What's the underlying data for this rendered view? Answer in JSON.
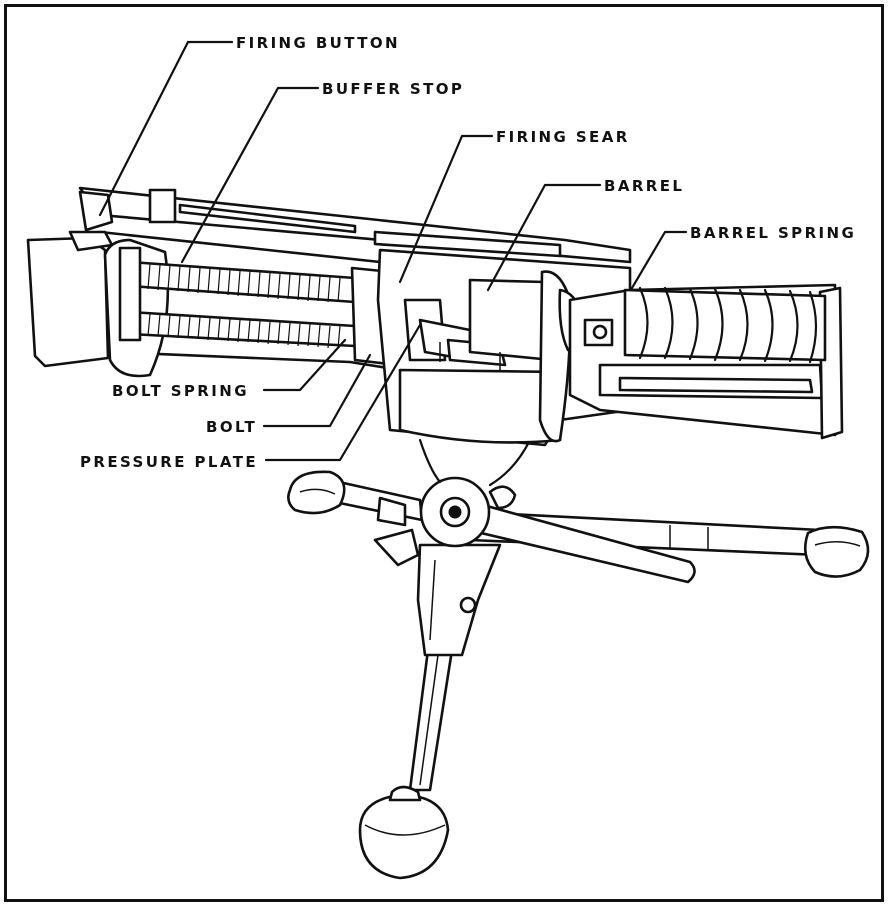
{
  "diagram": {
    "labels": {
      "firing_button": "FIRING BUTTON",
      "buffer_stop": "BUFFER STOP",
      "firing_sear": "FIRING SEAR",
      "barrel": "BARREL",
      "barrel_spring": "BARREL SPRING",
      "bolt_spring": "BOLT SPRING",
      "bolt": "BOLT",
      "pressure_plate": "PRESSURE PLATE"
    },
    "colors": {
      "ink": "#111111",
      "paper": "#ffffff"
    }
  }
}
